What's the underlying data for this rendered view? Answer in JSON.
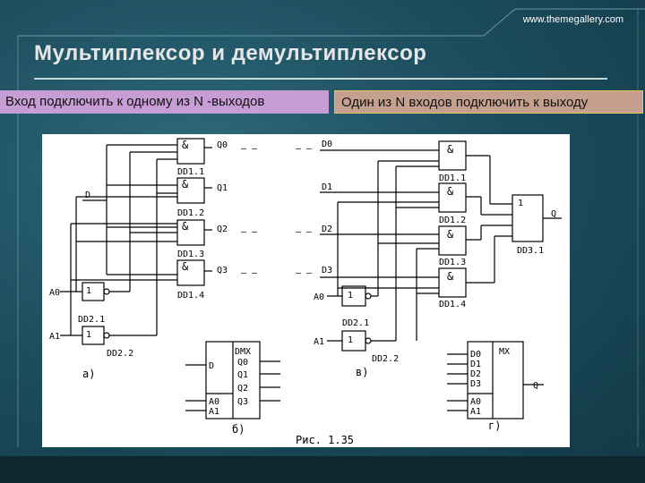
{
  "header": {
    "site": "www.themegallery.com"
  },
  "slide": {
    "title": "Мультиплексор и демультиплексор",
    "left_label": "Вход подключить к одному из  N -выходов",
    "right_label": "Один из N входов подключить к выходу"
  },
  "diagram": {
    "and": "&",
    "or": "1",
    "not": "1",
    "a": {
      "dd11": "DD1.1",
      "dd12": "DD1.2",
      "dd13": "DD1.3",
      "dd14": "DD1.4",
      "dd21": "DD2.1",
      "dd22": "DD2.2",
      "q0": "Q0",
      "q1": "Q1",
      "q2": "Q2",
      "q3": "Q3",
      "d": "D",
      "a0": "A0",
      "a1": "A1",
      "caption": "а)"
    },
    "v": {
      "d0": "D0",
      "d1": "D1",
      "d2": "D2",
      "d3": "D3",
      "dd11": "DD1.1",
      "dd12": "DD1.2",
      "dd13": "DD1.3",
      "dd14": "DD1.4",
      "dd31": "DD3.1",
      "dd21": "DD2.1",
      "dd22": "DD2.2",
      "q": "Q",
      "a0": "A0",
      "a1": "A1",
      "caption": "в)"
    },
    "b": {
      "dmx": "DMX",
      "d": "D",
      "a0": "A0",
      "a1": "A1",
      "q0": "Q0",
      "q1": "Q1",
      "q2": "Q2",
      "q3": "Q3",
      "caption": "б)"
    },
    "g": {
      "mx": "MX",
      "d0": "D0",
      "d1": "D1",
      "d2": "D2",
      "d3": "D3",
      "a0": "A0",
      "a1": "A1",
      "q": "Q",
      "caption": "г)"
    },
    "figure": "Рис. 1.35",
    "dashes": "– –"
  }
}
